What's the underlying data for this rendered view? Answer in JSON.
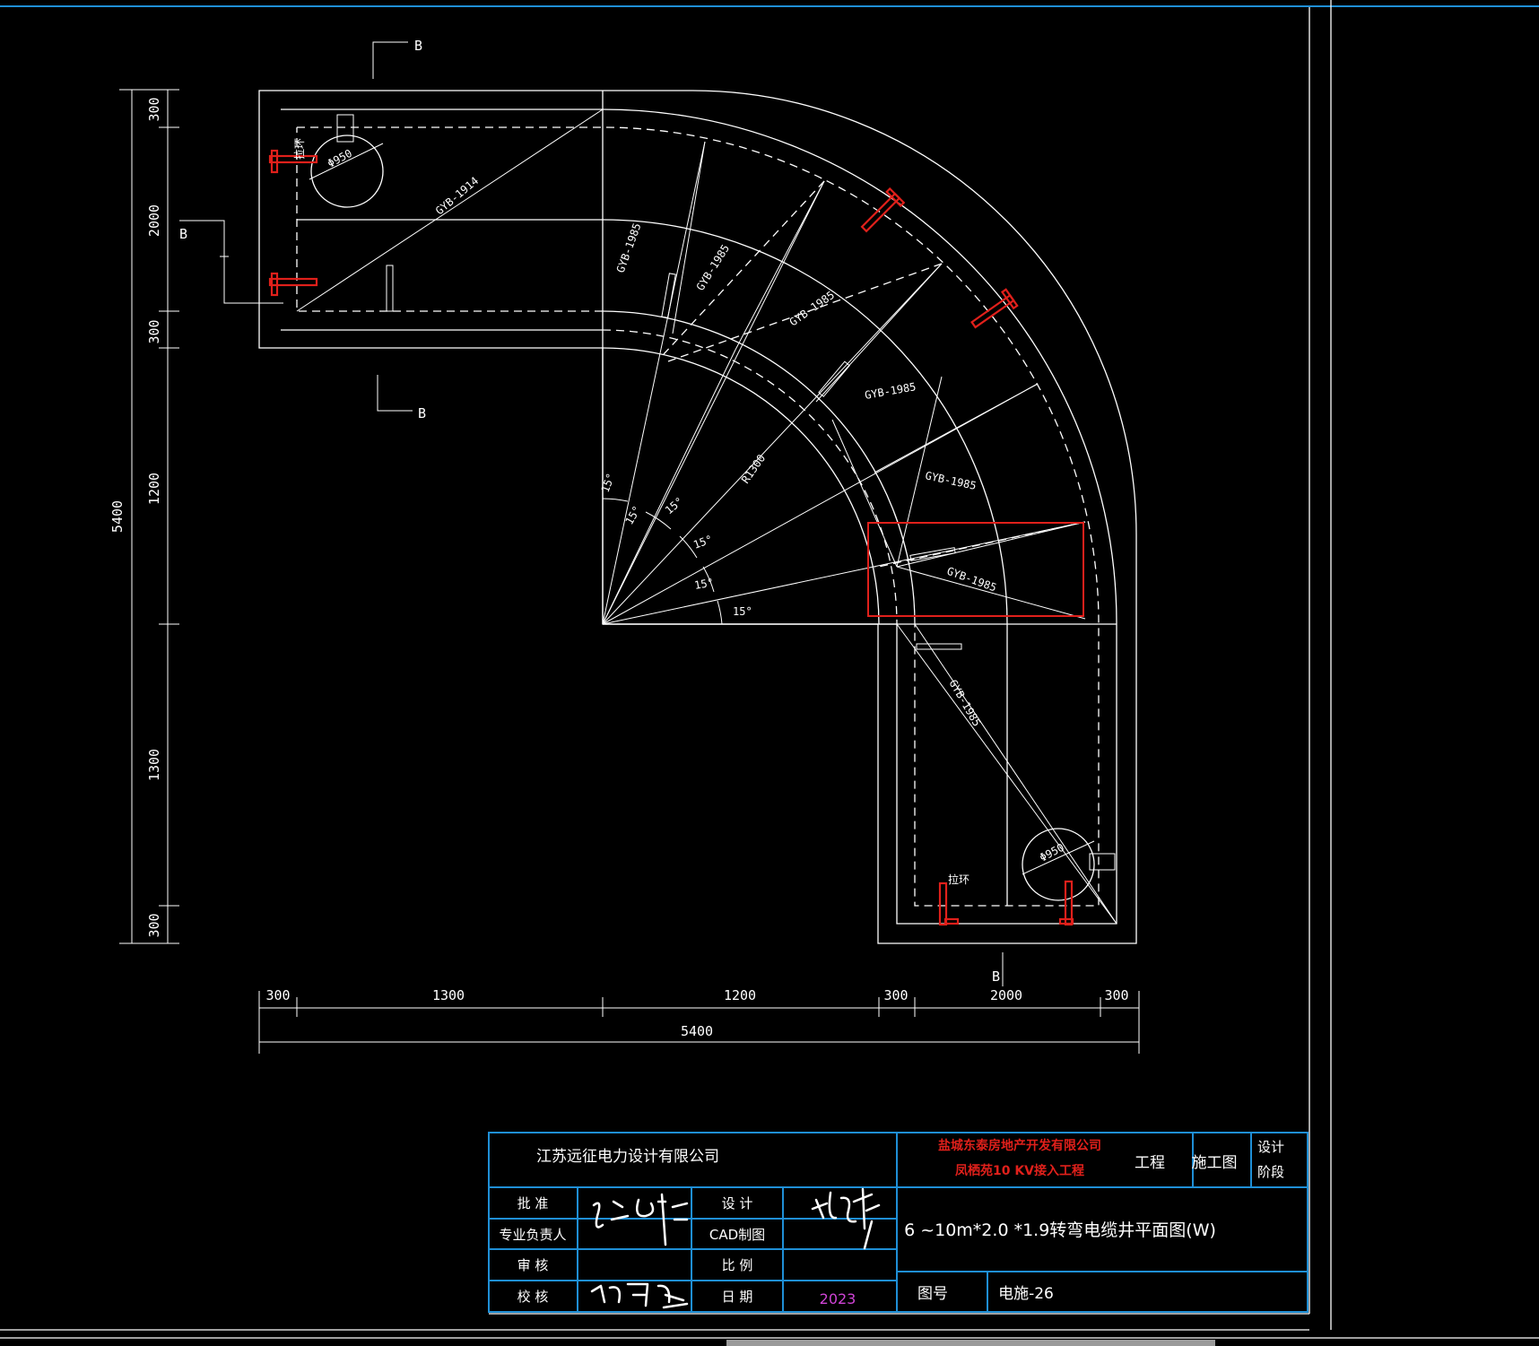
{
  "section_marks": {
    "top": "B",
    "left": "B",
    "bottom_left": "B",
    "bottom": "B"
  },
  "left_dims": [
    "300",
    "2000",
    "300",
    "1200",
    "1300",
    "300"
  ],
  "left_total": "5400",
  "bottom_dims": [
    "300",
    "1300",
    "1200",
    "300",
    "2000",
    "300"
  ],
  "bottom_total": "5400",
  "cable_labels": [
    "GYB-1914",
    "GYB-1985",
    "GYB-1985",
    "GYB-1985",
    "GYB-1985",
    "GYB-1985",
    "GYB-1985",
    "GYB-1985"
  ],
  "angle_labels": [
    "15°",
    "15°",
    "15°",
    "15°",
    "15°",
    "15°"
  ],
  "radius_label": "R1300",
  "manhole_label": "Φ950",
  "ring_label": "拉环",
  "title_block": {
    "company": "江苏远征电力设计有限公司",
    "project_line1": "盐城东泰房地产开发有限公司",
    "project_line2": "凤栖苑10 KV接入工程",
    "project_suffix": "工程",
    "phase_value": "施工图",
    "phase_label_1": "设计",
    "phase_label_2": "阶段",
    "approve": "批 准",
    "chief": "专业负责人",
    "review": "审 核",
    "check": "校 核",
    "design": "设 计",
    "cad": "CAD制图",
    "scale": "比 例",
    "date": "日 期",
    "date_value": "2023",
    "drawing_title": "6 ~10m*2.0 *1.9转弯电缆井平面图(W)",
    "drawing_no_label": "图号",
    "drawing_no": "电施-26",
    "signature_top": "宋吉坤",
    "signature_bottom": "叶昌理",
    "signature_right": "杨德峰"
  }
}
